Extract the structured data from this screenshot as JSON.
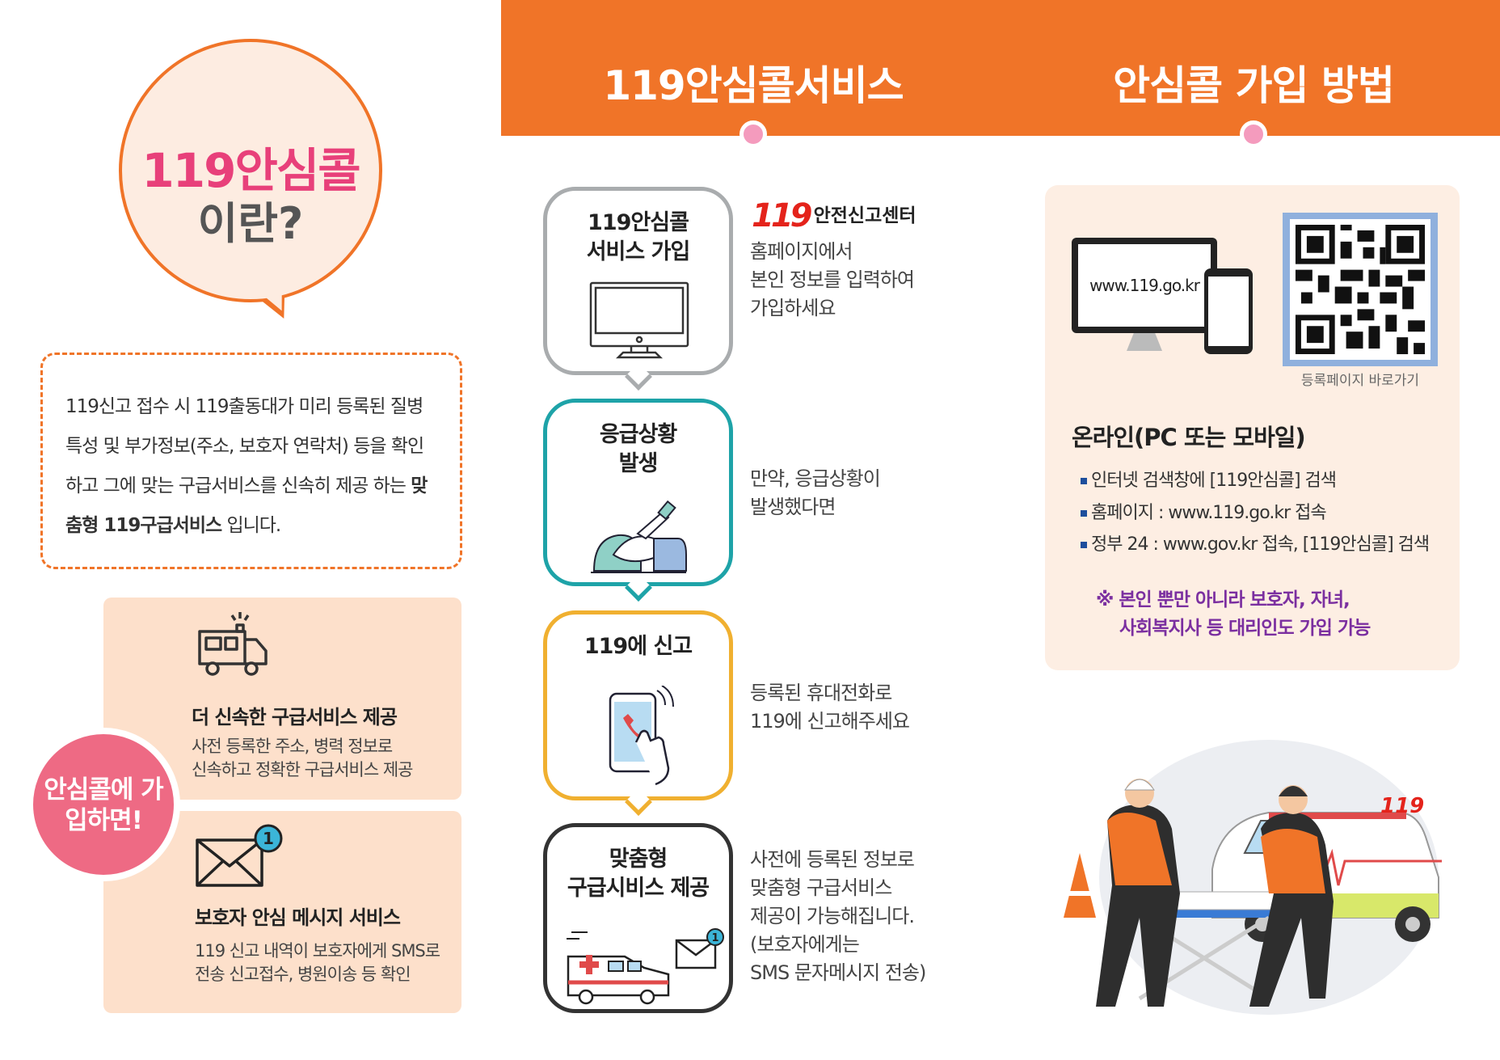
{
  "header": {
    "service_title": "119안심콜서비스",
    "join_title": "안심콜 가입 방법"
  },
  "intro": {
    "bubble_line1": "119안심콜",
    "bubble_line2": "이란?",
    "text_plain": "119신고 접수 시 119출동대가 미리 등록된 질병 특성 및 부가정보(주소, 보호자 연락처) 등을 확인하고 그에 맞는 구급서비스를 신속히 제공 하는 ",
    "text_bold": "맞춤형 119구급서비스",
    "text_end": " 입니다."
  },
  "benefits": {
    "circle_label": "안심콜에 가입하면!",
    "items": [
      {
        "icon": "ambulance-icon",
        "title": "더 신속한 구급서비스 제공",
        "desc1": "사전 등록한 주소, 병력 정보로",
        "desc2": "신속하고 정확한 구급서비스 제공"
      },
      {
        "icon": "mail-notification-icon",
        "badge": "1",
        "title": "보호자 안심 메시지 서비스",
        "desc1": "119 신고 내역이 보호자에게 SMS로",
        "desc2": "전송 신고접수, 병원이송 등 확인"
      }
    ]
  },
  "steps": [
    {
      "title1": "119안심콜",
      "title2": "서비스 가입",
      "icon": "monitor-icon",
      "border": "#a9acae",
      "logo_text": "안전신고센터",
      "logo_num": "119",
      "desc": [
        "홈페이지에서",
        "본인 정보를 입력하여",
        "가입하세요"
      ]
    },
    {
      "title1": "응급상황",
      "title2": "발생",
      "icon": "patient-icon",
      "border": "#1ea3a8",
      "desc": [
        "만약, 응급상황이",
        "발생했다면"
      ]
    },
    {
      "title1": "119에 신고",
      "title2": "",
      "icon": "phone-call-icon",
      "border": "#f0b030",
      "desc": [
        "등록된 휴대전화로",
        "119에 신고해주세요"
      ]
    },
    {
      "title1": "맞춤형",
      "title2": "구급시비스 제공",
      "icon": "ambulance-message-icon",
      "border": "#333333",
      "badge": "1",
      "desc": [
        "사전에 등록된 정보로",
        "맞춤형 구급서비스",
        "제공이 가능해집니다.",
        "(보호자에게는",
        "SMS 문자메시지 전송)"
      ]
    }
  ],
  "join": {
    "monitor_url": "www.119.go.kr",
    "qr_caption": "등록페이지 바로가기",
    "online_title": "온라인(PC 또는 모바일)",
    "bullets": [
      "인터넷 검색창에 [119안심콜] 검색",
      "홈페이지 : www.119.go.kr 접속",
      "정부 24 : www.gov.kr 접속, [119안심콜] 검색"
    ],
    "note_line1": "※ 본인 뿐만 아니라 보호자, 자녀,",
    "note_line2": "사회복지사 등 대리인도 가입 가능"
  },
  "colors": {
    "orange": "#f07428",
    "pink": "#e8407a",
    "purple": "#7b2fa0",
    "peach": "#fde0cb"
  }
}
